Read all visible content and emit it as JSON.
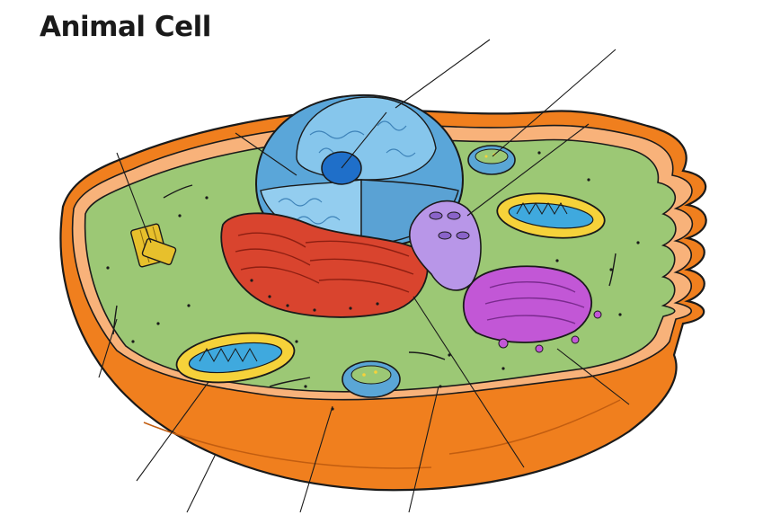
{
  "title": "Animal Cell",
  "colors": {
    "membrane": "#f07f1e",
    "membrane_light": "#f8b27a",
    "cytoplasm": "#9cc875",
    "nucleus": "#7ec1ea",
    "nucleolus": "#1f6fc9",
    "rough_er": "#d9442e",
    "golgi": "#c257d6",
    "smooth_er": "#b896e8",
    "mitochondria_outer": "#f6d23a",
    "mitochondria_inner": "#3fa9de",
    "vesicle": "#5aa6d6",
    "centriole": "#e7c02c"
  },
  "structures": [
    "cell-membrane",
    "cytoplasm",
    "nucleus",
    "nucleolus",
    "nuclear-envelope",
    "rough-endoplasmic-reticulum",
    "smooth-endoplasmic-reticulum",
    "golgi-apparatus",
    "mitochondrion",
    "lysosome",
    "centriole",
    "ribosome",
    "microtubule"
  ]
}
